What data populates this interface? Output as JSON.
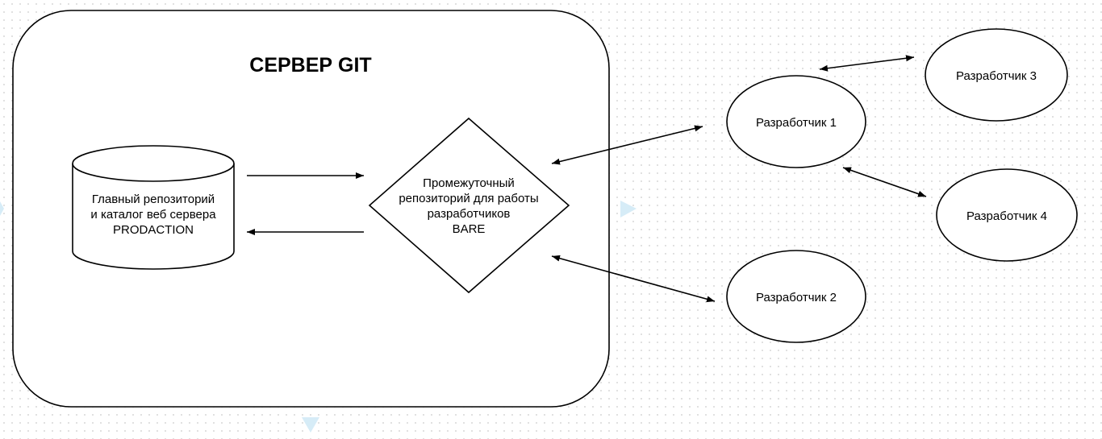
{
  "server": {
    "title": "СЕРВЕР GIT"
  },
  "main_repo": {
    "line1": "Главный репозиторий",
    "line2": "и каталог веб сервера",
    "line3": "PRODACTION"
  },
  "bare_repo": {
    "line1": "Промежуточный",
    "line2": "репозиторий для работы",
    "line3": "разработчиков",
    "line4": "BARE"
  },
  "developers": {
    "dev1": "Разработчик 1",
    "dev2": "Разработчик 2",
    "dev3": "Разработчик 3",
    "dev4": "Разработчик 4"
  },
  "colors": {
    "stroke": "#000000",
    "background": "#ffffff",
    "grid_dot": "#d9d9d9",
    "guide_marker": "#d6ecf7"
  }
}
